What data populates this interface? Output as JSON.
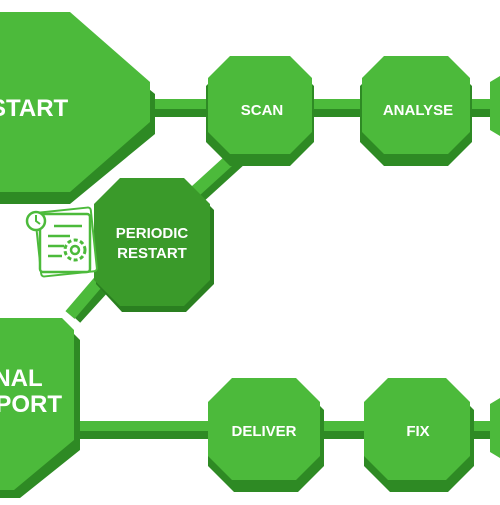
{
  "nodes": {
    "start": {
      "label": "START"
    },
    "scan": {
      "label": "SCAN"
    },
    "analyse": {
      "label": "ANALYSE"
    },
    "periodic_restart": {
      "line1": "PERIODIC",
      "line2": "RESTART"
    },
    "final_report": {
      "line1": "FINAL",
      "line2": "REPORT"
    },
    "deliver": {
      "label": "DELIVER"
    },
    "fix": {
      "label": "FIX"
    }
  },
  "icons": {
    "report": "report-gear-clock-icon"
  },
  "colors": {
    "node": "#4cba3b",
    "node_shadow": "#2e8a24",
    "highlight": "#3a9a2a",
    "connector": "#4cba3b",
    "connector_shadow": "#2e8a24",
    "text": "#ffffff"
  }
}
